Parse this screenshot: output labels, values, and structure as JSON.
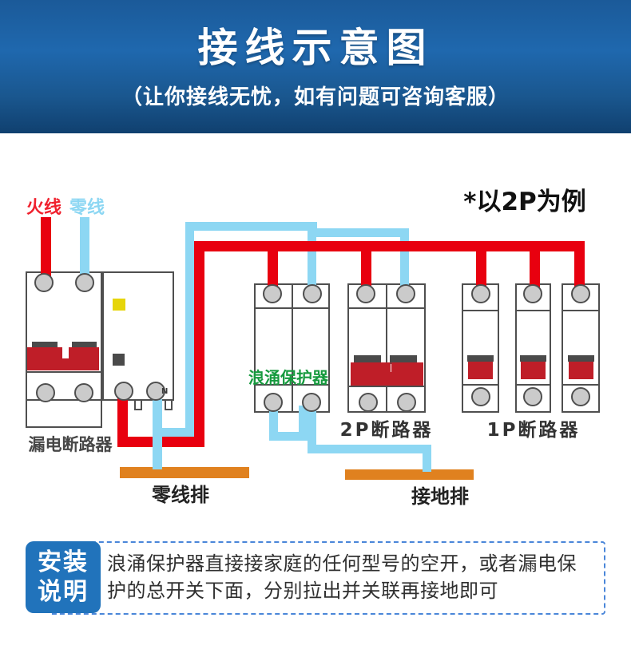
{
  "header": {
    "title": "接线示意图",
    "subtitle": "（让你接线无忧，如有问题可咨询客服）"
  },
  "diagram": {
    "live_label": "火线",
    "neutral_label": "零线",
    "example_note": "*以2P为例",
    "leakage_breaker_label": "漏电断路器",
    "surge_protector_label": "浪涌保护器",
    "breaker_2p_label": "2P断路器",
    "breaker_1p_label": "1P断路器",
    "neutral_bar_label": "零线排",
    "ground_bar_label": "接地排",
    "n_terminal": "N"
  },
  "install_note": {
    "badge": [
      "安装",
      "说明"
    ],
    "lines": [
      "浪涌保护器直接接家庭的任何型号的空开，或者漏电保",
      "护的总开关下面，分别拉出并关联再接地即可"
    ]
  },
  "colors": {
    "header_top": "#1b5a99",
    "header_mid": "#1f68ae",
    "header_mid2": "#1a578f",
    "header_bottom": "#10406f",
    "wire_red": "#e8000f",
    "wire_blue": "#8dd7f3",
    "handle_red": "#bf1e28",
    "handle_cap": "#4a4a4a",
    "device_border": "#4f4f4f",
    "terminal_fill": "#cbcbcb",
    "bar_orange": "#e0811f",
    "surge_green": "#169a3e",
    "indicator_yellow": "#e6d50a",
    "indicator_gray": "#4a4a4a",
    "badge_blue": "#2173bb",
    "dashed_border": "#4a86d9",
    "live_text": "#f0212e",
    "neutral_text": "#8dd7f3",
    "label_dark": "#3a3a3a"
  }
}
